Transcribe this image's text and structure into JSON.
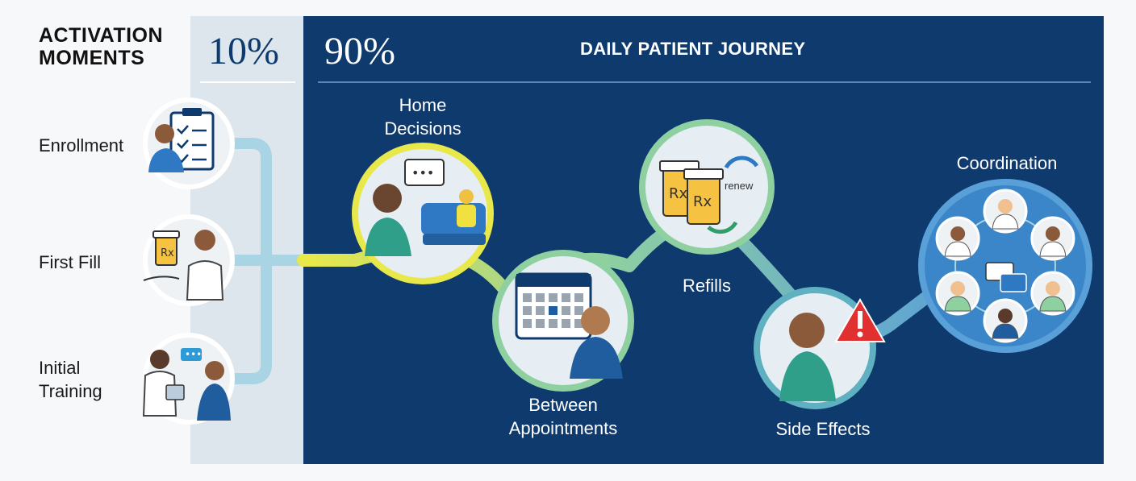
{
  "header": {
    "activation_title_line1": "ACTIVATION",
    "activation_title_line2": "MOMENTS",
    "pct_activation": "10%",
    "pct_journey": "90%",
    "journey_title": "DAILY PATIENT JOURNEY"
  },
  "activation_moments": [
    {
      "label": "Enrollment",
      "icon": "clipboard-checklist-icon"
    },
    {
      "label": "First Fill",
      "icon": "prescription-handoff-icon"
    },
    {
      "label": "Initial Training",
      "label_line1": "Initial",
      "label_line2": "Training",
      "icon": "training-conversation-icon"
    }
  ],
  "journey": [
    {
      "label_line1": "Home",
      "label_line2": "Decisions",
      "icon": "home-decision-icon",
      "ring_color": "#e8e84a"
    },
    {
      "label_line1": "Between",
      "label_line2": "Appointments",
      "icon": "calendar-icon",
      "ring_color": "#8fd0a0"
    },
    {
      "label": "Refills",
      "icon": "prescription-refill-icon",
      "renew_text": "renew",
      "ring_color": "#8fd0a0"
    },
    {
      "label": "Side Effects",
      "icon": "side-effect-warning-icon",
      "ring_color": "#5fb0c0"
    },
    {
      "label": "Coordination",
      "icon": "care-team-network-icon",
      "ring_color": "#5aa0d8"
    }
  ],
  "colors": {
    "navy": "#0e3a6e",
    "light_panel": "#dde6ec",
    "accent_yellow": "#e8e84a",
    "accent_green": "#8fd0a0",
    "accent_blue": "#5aa0d8",
    "alert_red": "#e03030"
  }
}
